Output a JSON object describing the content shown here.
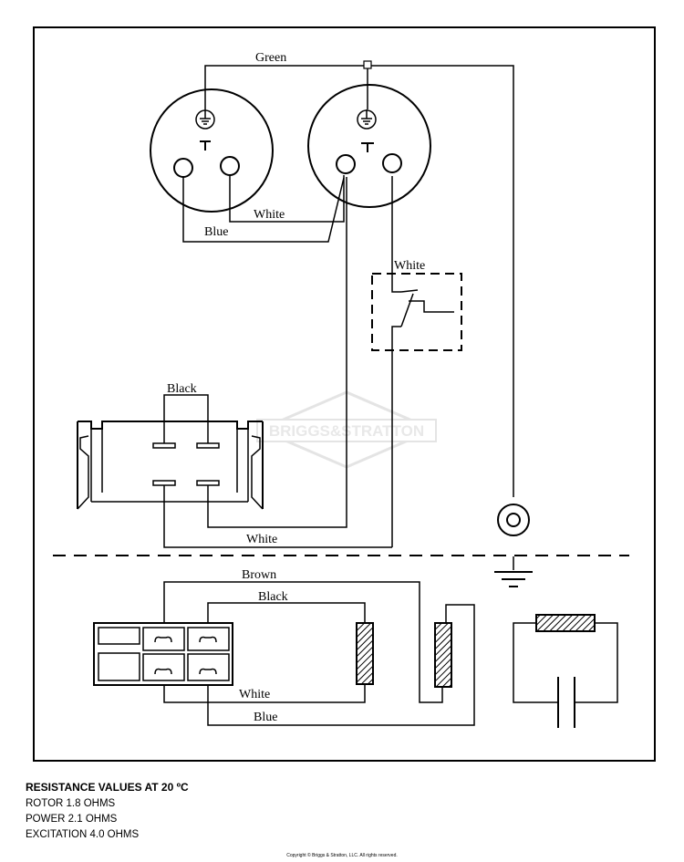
{
  "labels": {
    "green": "Green",
    "white_top": "White",
    "blue_top": "Blue",
    "white_switch": "White",
    "black_block": "Black",
    "white_block": "White",
    "brown": "Brown",
    "black_bottom": "Black",
    "white_bottom": "White",
    "blue_bottom": "Blue"
  },
  "watermark": "BRIGGS&STRATTON",
  "resistance": {
    "title": "RESISTANCE VALUES AT 20 ºC",
    "rotor": "ROTOR 1.8 OHMS",
    "power": "POWER 2.1 OHMS",
    "excitation": "EXCITATION 4.0 OHMS"
  },
  "copyright": "Copyright © Briggs & Stratton, LLC. All rights reserved."
}
